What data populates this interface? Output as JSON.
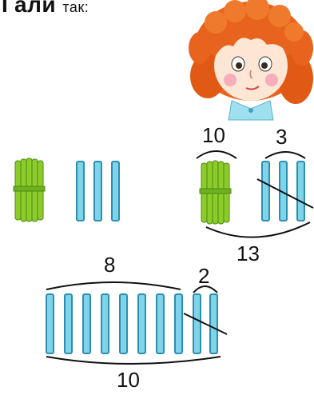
{
  "header": {
    "bold_text": "Гали",
    "small_text": "так:"
  },
  "illustration": {
    "girl": "girl-with-red-hair-illustration"
  },
  "groups": {
    "top_right": {
      "bundle_label": "10",
      "loose_label": "3",
      "total_label": "13"
    },
    "bottom": {
      "left_label": "8",
      "right_label": "2",
      "total_label": "10"
    }
  },
  "colors": {
    "stick_blue": "#7fd4ea",
    "stick_blue_dark": "#2b8fb0",
    "bundle_green": "#8ccc2a",
    "bundle_green_dark": "#4d8a10",
    "hair": "#e8641e"
  }
}
